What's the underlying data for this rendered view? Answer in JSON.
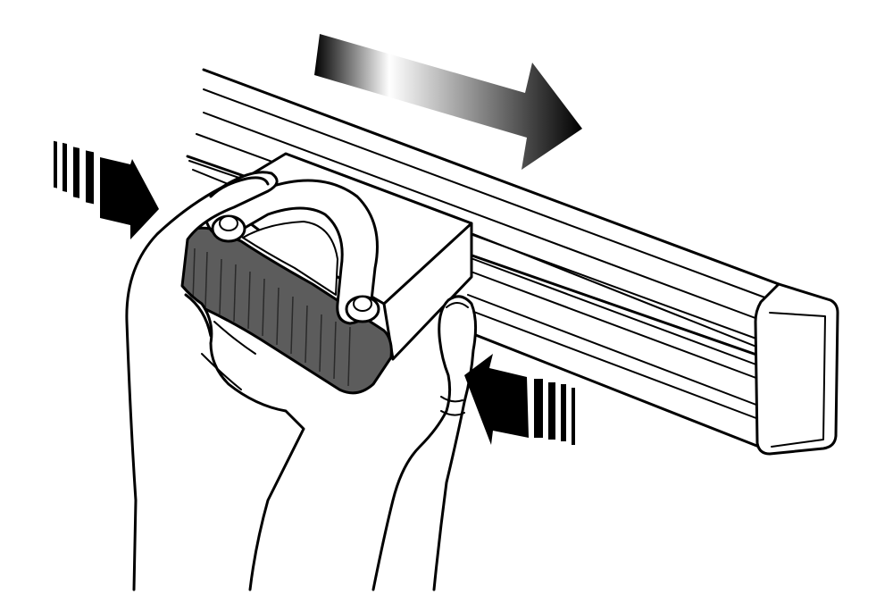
{
  "colors": {
    "background": "#ffffff",
    "line": "#000000",
    "holder_body": "#5c5c5c",
    "holder_light": "#7a7a7a",
    "arrow_dark": "#000000",
    "arrow_light": "#ffffff"
  },
  "icons": {
    "slide_direction": "arrow-right-gradient",
    "push_left": "arrow-right-striped",
    "push_right": "arrow-left-striped"
  }
}
